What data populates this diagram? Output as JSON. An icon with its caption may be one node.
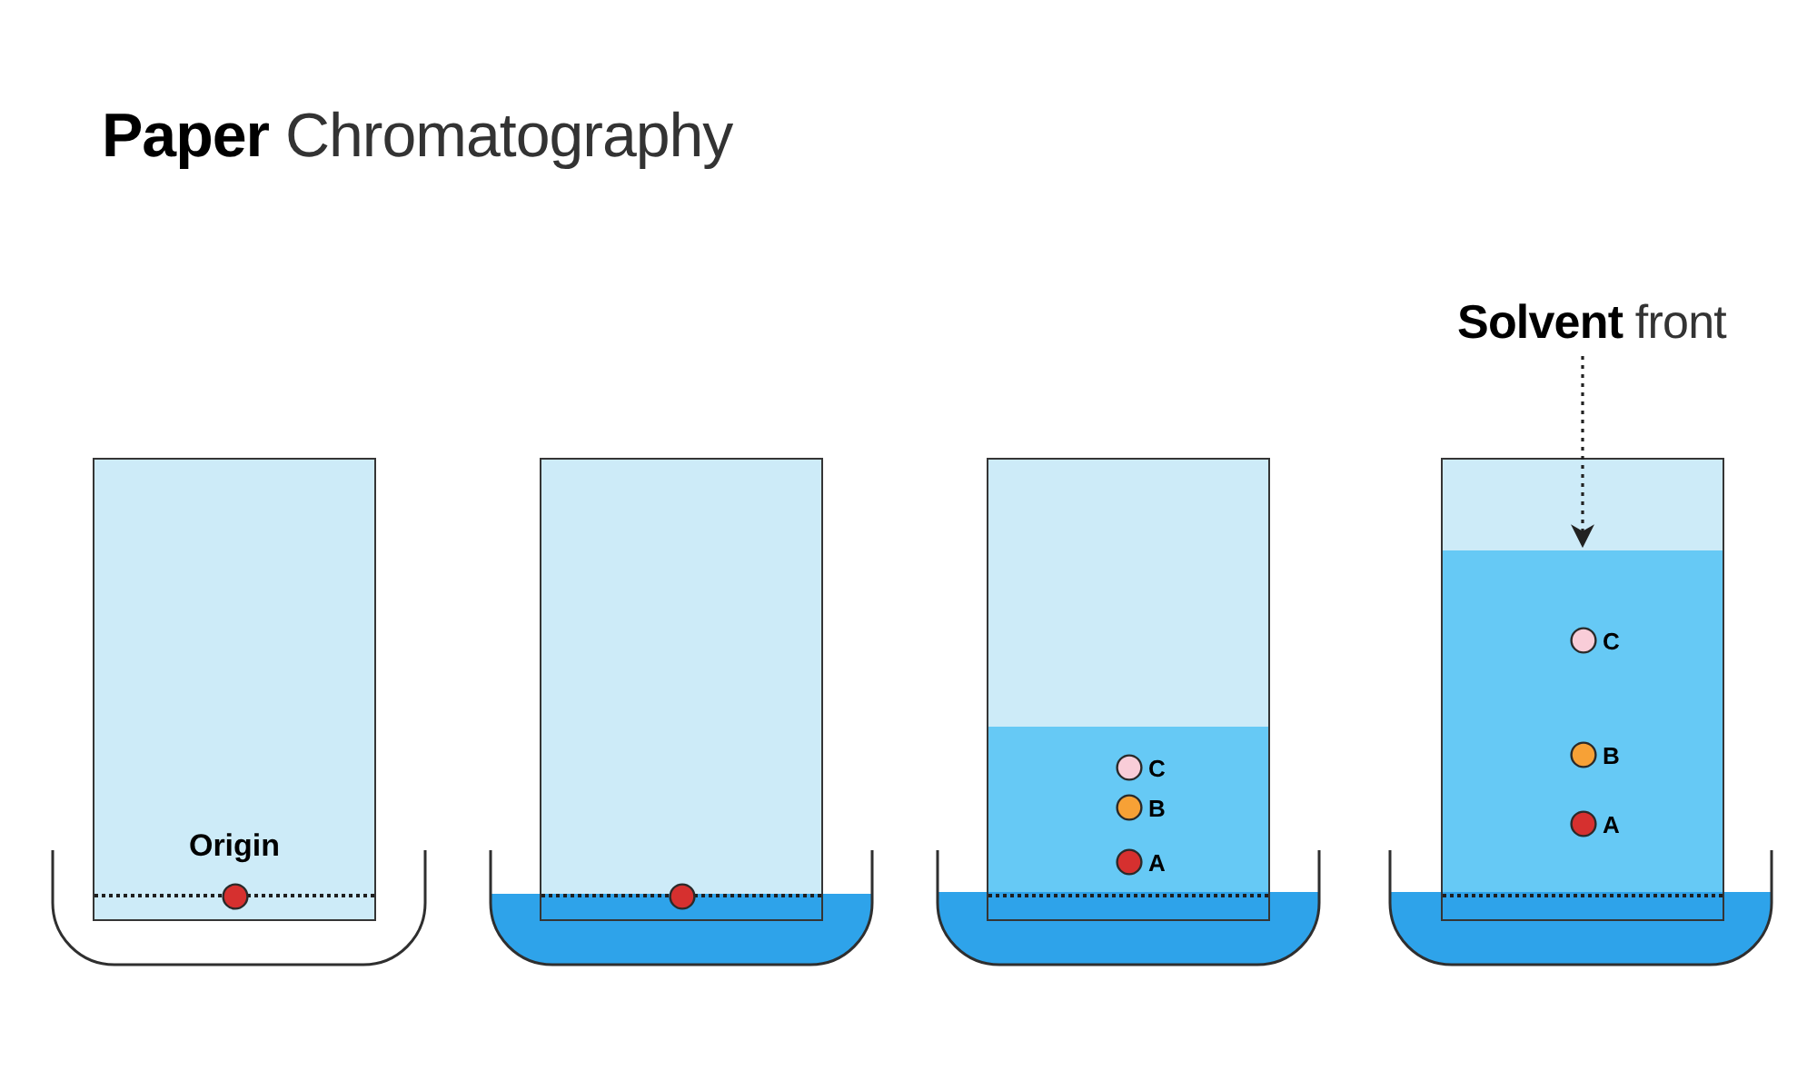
{
  "diagram": {
    "title": "**Paper** Chromatography",
    "nodes": [
      {
        "text": [
          "**Solvent** front"
        ]
      },
      {
        "text": [],
        "shape": "box"
      }
    ],
    "edges": [
      {
        "from": 0,
        "to": 1,
        "arrow": "to",
        "style": "dashed"
      }
    ],
    "labels": [
      "Origin",
      "C",
      "B",
      "A",
      "C",
      "B",
      "A"
    ]
  }
}
